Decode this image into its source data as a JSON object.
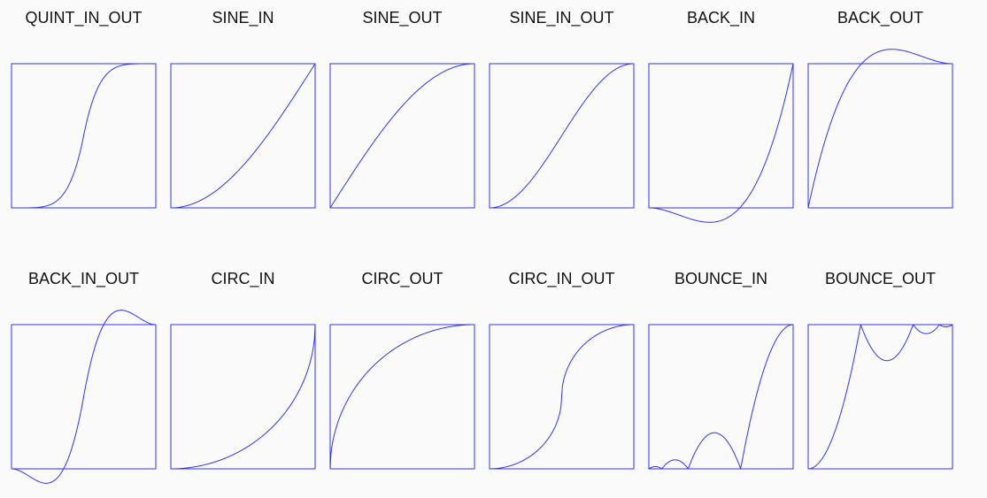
{
  "line_color": "#3333ee",
  "background": "#fafafa",
  "panels": [
    {
      "title": "QUINT_IN_OUT",
      "easing": "quintInOut"
    },
    {
      "title": "SINE_IN",
      "easing": "sineIn"
    },
    {
      "title": "SINE_OUT",
      "easing": "sineOut"
    },
    {
      "title": "SINE_IN_OUT",
      "easing": "sineInOut"
    },
    {
      "title": "BACK_IN",
      "easing": "backIn"
    },
    {
      "title": "BACK_OUT",
      "easing": "backOut"
    },
    {
      "title": "BACK_IN_OUT",
      "easing": "backInOut"
    },
    {
      "title": "CIRC_IN",
      "easing": "circIn"
    },
    {
      "title": "CIRC_OUT",
      "easing": "circOut"
    },
    {
      "title": "CIRC_IN_OUT",
      "easing": "circInOut"
    },
    {
      "title": "BOUNCE_IN",
      "easing": "bounceIn"
    },
    {
      "title": "BOUNCE_OUT",
      "easing": "bounceOut"
    }
  ]
}
